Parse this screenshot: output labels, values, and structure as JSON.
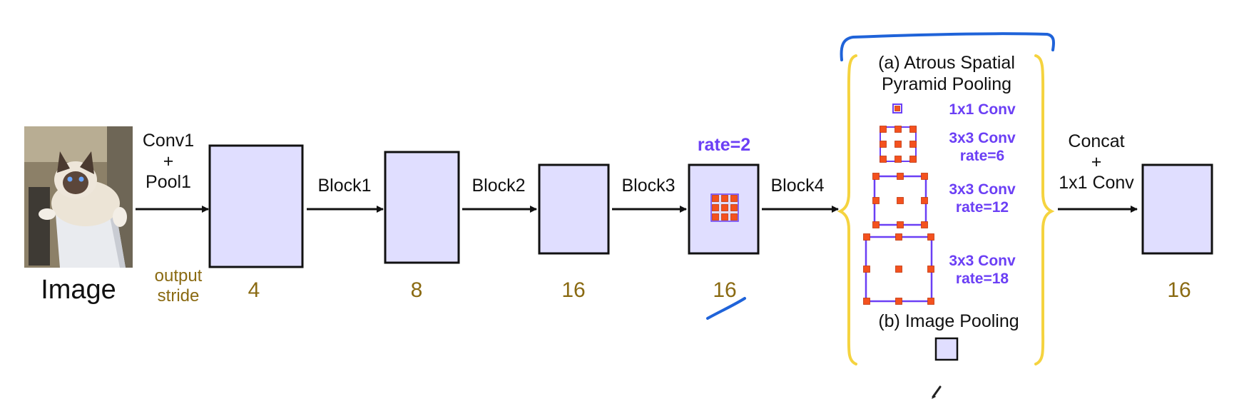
{
  "image_label": "Image",
  "stem_label_lines": [
    "Conv1",
    "+",
    "Pool1"
  ],
  "output_stride_lines": [
    "output",
    "stride"
  ],
  "blocks": [
    {
      "label": "Block1",
      "stride": "4"
    },
    {
      "label": "Block2",
      "stride": "8"
    },
    {
      "label": "Block3",
      "stride": "16"
    },
    {
      "label": "Block4",
      "stride": "16"
    }
  ],
  "rate_label": "rate=2",
  "aspp": {
    "title_lines": [
      "(a) Atrous Spatial",
      "Pyramid Pooling"
    ],
    "branches": [
      {
        "label_lines": [
          "1x1 Conv"
        ]
      },
      {
        "label_lines": [
          "3x3 Conv",
          "rate=6"
        ]
      },
      {
        "label_lines": [
          "3x3 Conv",
          "rate=12"
        ]
      },
      {
        "label_lines": [
          "3x3 Conv",
          "rate=18"
        ]
      }
    ],
    "pooling_label": "(b) Image Pooling"
  },
  "concat_label_lines": [
    "Concat",
    "+",
    "1x1 Conv"
  ],
  "output_stride_final": "16",
  "colors": {
    "feature_fill": "#e0deff",
    "stroke": "#111111",
    "kernel_dot": "#f4511e",
    "kernel_dot_edge": "#c0390f",
    "conv_label": "#6b3ff5",
    "stride_text": "#8a6a12",
    "brace": "#f5d33f",
    "annotation": "#1f63d9"
  }
}
